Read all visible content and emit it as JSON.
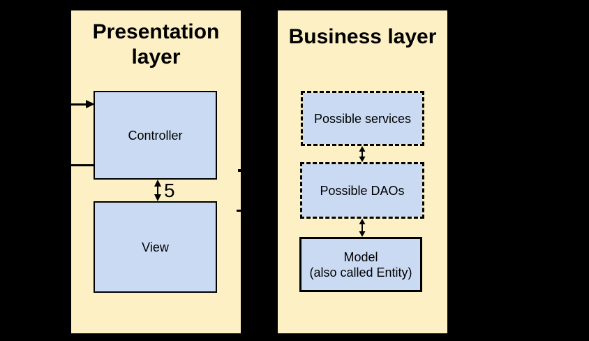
{
  "colors": {
    "background": "#000000",
    "panel_fill": "#fdf0c5",
    "box_fill": "#c9daf2",
    "line": "#000000"
  },
  "panels": {
    "presentation": {
      "title": "Presentation layer",
      "boxes": {
        "controller": {
          "label": "Controller"
        },
        "view": {
          "label": "View"
        }
      },
      "gap_label": "5"
    },
    "business": {
      "title": "Business layer",
      "boxes": {
        "services": {
          "label": "Possible services"
        },
        "daos": {
          "label": "Possible DAOs"
        },
        "model": {
          "label_line1": "Model",
          "label_line2": "(also called Entity)"
        }
      }
    }
  }
}
